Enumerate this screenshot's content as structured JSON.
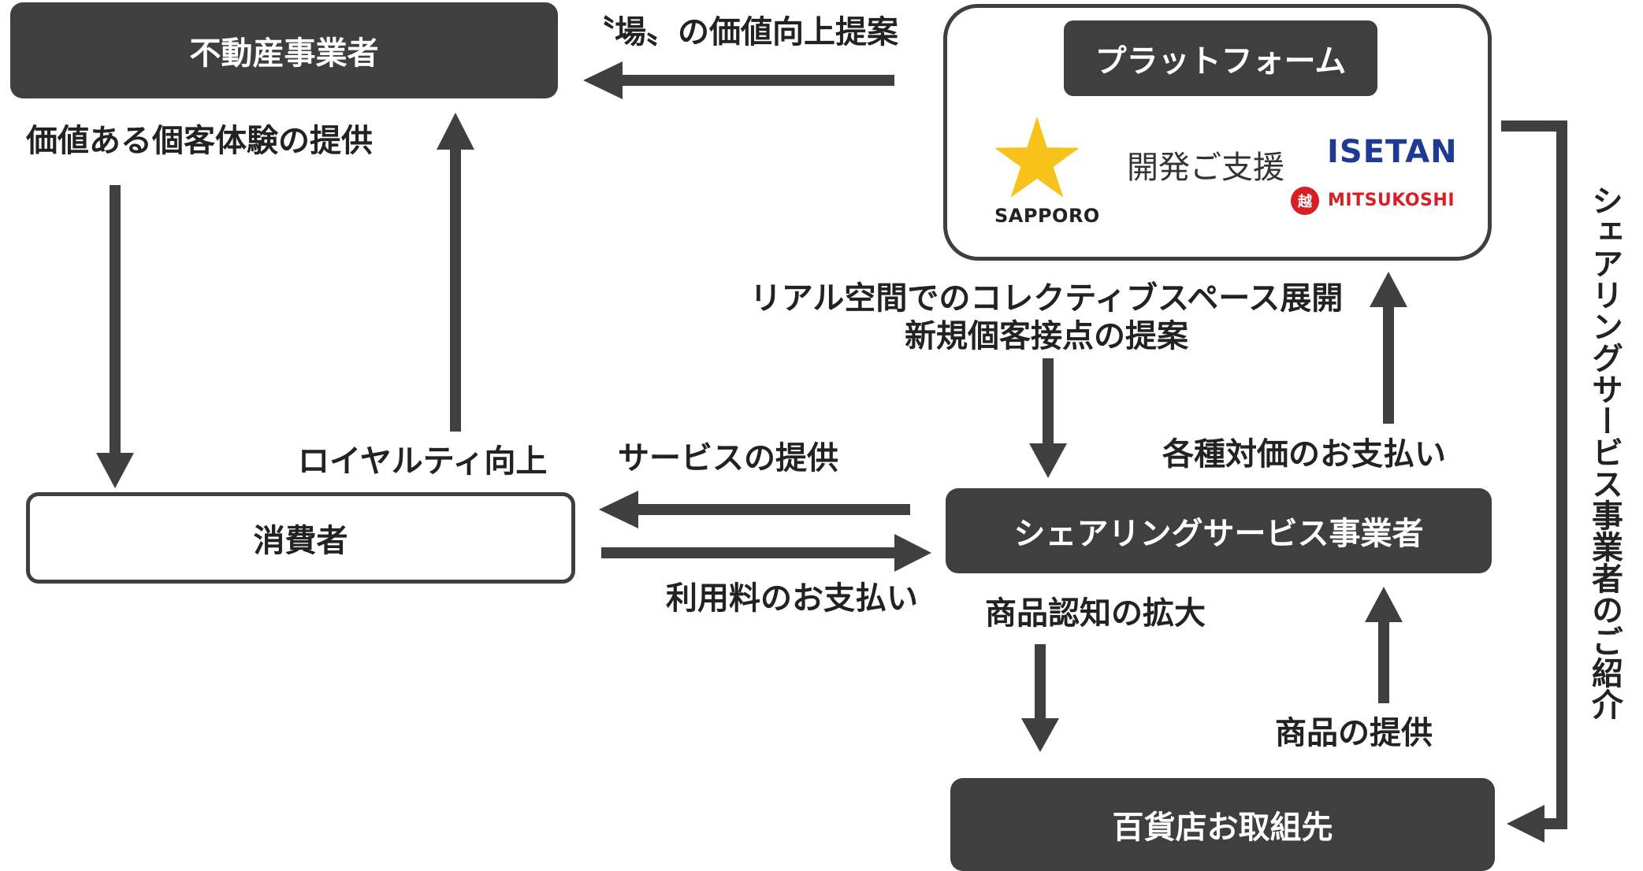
{
  "boxes": {
    "real_estate": "不動産事業者",
    "platform": "プラットフォーム",
    "consumer": "消費者",
    "sharing_service": "シェアリングサービス事業者",
    "department_store": "百貨店お取組先"
  },
  "labels": {
    "value_proposal": "〝場〟の価値向上提案",
    "customer_experience": "価値ある個客体験の提供",
    "loyalty": "ロイヤルティ向上",
    "service_provision": "サービスの提供",
    "usage_fee": "利用料のお支払い",
    "collective_space_line1": "リアル空間でのコレクティブスペース展開",
    "collective_space_line2": "新規個客接点の提案",
    "various_payment": "各種対価のお支払い",
    "product_awareness": "商品認知の拡大",
    "product_provision": "商品の提供",
    "introduction": "シェアリングサービス事業者のご紹介",
    "development_support": "開発ご支援"
  },
  "logos": {
    "sapporo": "SAPPORO",
    "isetan": "ISETAN",
    "mitsukoshi": "MITSUKOSHI",
    "mitsukoshi_mark": "越"
  },
  "colors": {
    "box_dark": "#3f3f3f",
    "arrow": "#3f3f3f",
    "sapporo_star": "#f7c31b",
    "isetan_blue": "#1f3a93",
    "mitsukoshi_red": "#d81f26"
  }
}
